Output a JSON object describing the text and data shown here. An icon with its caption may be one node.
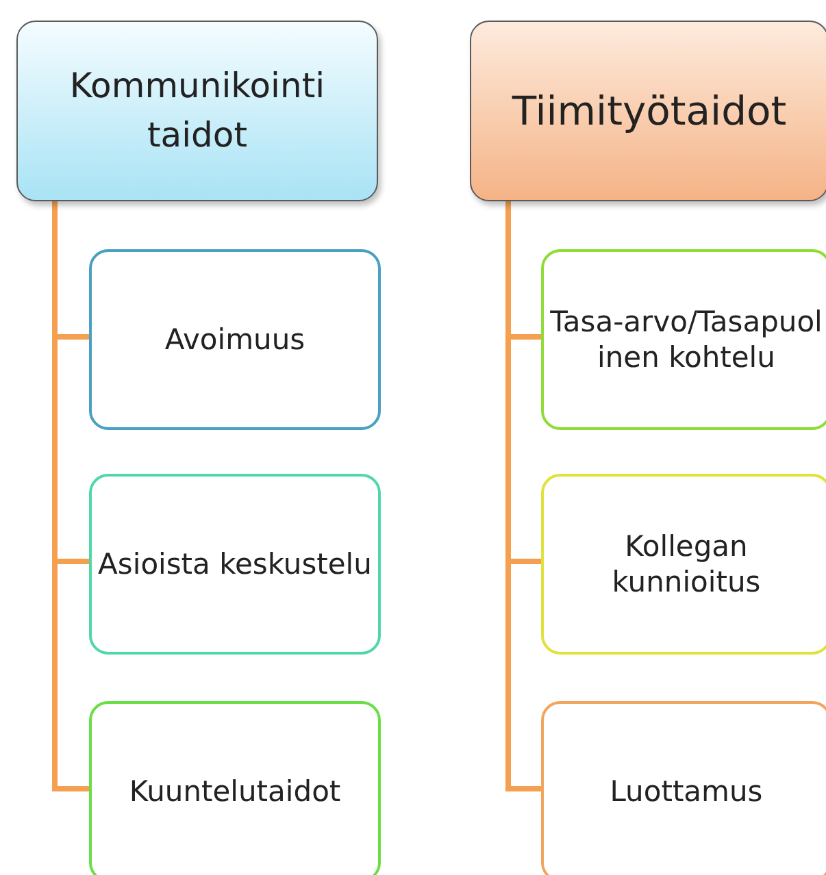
{
  "diagram": {
    "nodes": [
      {
        "text": [
          "Kommunikointi taidot"
        ]
      },
      {
        "text": [
          "Avoimuus"
        ]
      },
      {
        "text": [
          "Asioista keskustelu"
        ]
      },
      {
        "text": [
          "Kuuntelutaidot"
        ]
      },
      {
        "text": [
          "Tiimityötaidot"
        ]
      },
      {
        "text": [
          "Tasa-arvo/Tasapuolinen kohtelu"
        ]
      },
      {
        "text": [
          "Kollegan kunnioitus"
        ]
      },
      {
        "text": [
          "Luottamus"
        ]
      }
    ],
    "edges": [
      {
        "from": 0,
        "to": 1,
        "arrow": "none"
      },
      {
        "from": 0,
        "to": 2,
        "arrow": "none"
      },
      {
        "from": 0,
        "to": 3,
        "arrow": "none"
      },
      {
        "from": 4,
        "to": 5,
        "arrow": "none"
      },
      {
        "from": 4,
        "to": 6,
        "arrow": "none"
      },
      {
        "from": 4,
        "to": 7,
        "arrow": "none"
      }
    ]
  }
}
